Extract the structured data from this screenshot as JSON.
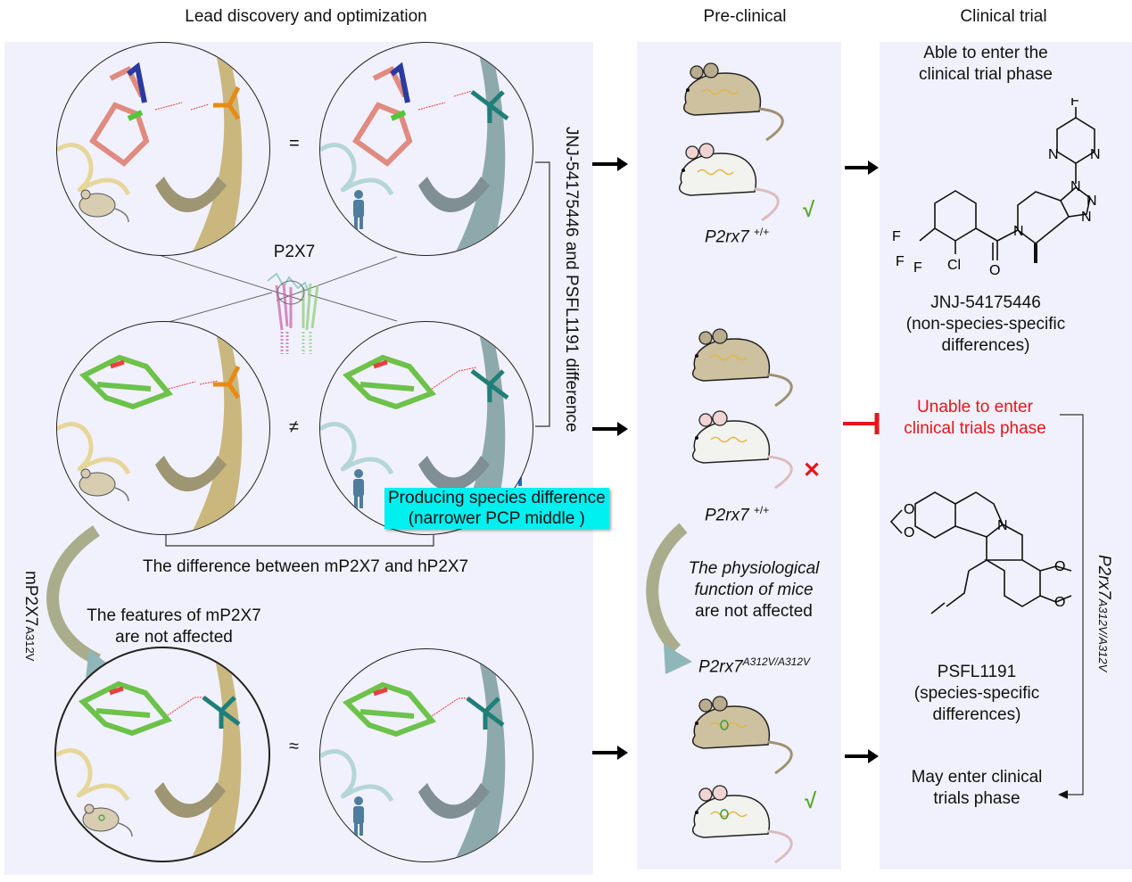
{
  "headers": {
    "lead": "Lead discovery and optimization",
    "preclinical": "Pre-clinical",
    "clinical": "Clinical trial"
  },
  "colors": {
    "panel_bg": "#f1f1fd",
    "mouse_p2x7": "#d9cc9a",
    "human_p2x7": "#9fcad0",
    "ligand_pink": "#e08a80",
    "ligand_green": "#6cc24a",
    "residue_orange": "#e98a15",
    "residue_teal": "#1f7f78",
    "highlight_cyan": "#00f0f0",
    "red_text": "#e8141a",
    "check_green": "#5aa832",
    "blue_arrow": "#1771c6"
  },
  "lead": {
    "relations": {
      "row1": "=",
      "row2": "≠",
      "row3": "≈"
    },
    "protein_label": "P2X7",
    "bracket_vertical_label": "JNJ-54175446 and PSFL1191 difference",
    "highlight_line1": "Producing species difference",
    "highlight_line2": "(narrower PCP middle  )",
    "difference_label": "The difference between mP2X7 and hP2X7",
    "mutant_label_main": "mP2X7",
    "mutant_label_sub": "A312V",
    "features_line1": "The features of mP2X7",
    "features_line2": "are not affected",
    "circles": [
      {
        "species": "mouse",
        "ligand": "JNJ-54175446",
        "residue_color": "orange"
      },
      {
        "species": "human",
        "ligand": "JNJ-54175446",
        "residue_color": "teal"
      },
      {
        "species": "mouse",
        "ligand": "PSFL1191",
        "residue_color": "orange"
      },
      {
        "species": "human",
        "ligand": "PSFL1191",
        "residue_color": "teal"
      },
      {
        "species": "mouse-A312V",
        "ligand": "PSFL1191",
        "residue_color": "teal"
      },
      {
        "species": "human",
        "ligand": "PSFL1191",
        "residue_color": "teal"
      }
    ]
  },
  "preclinical": {
    "group1_genotype_main": "P2rx7",
    "group1_genotype_sup": "+/+",
    "group1_result": "check",
    "group1_mark": "√",
    "group2_genotype_main": "P2rx7",
    "group2_genotype_sup": "+/+",
    "group2_result": "cross",
    "group2_mark": "✕",
    "physiology_line1": "The physiological",
    "physiology_line2": "function of mice",
    "physiology_line3": "are not affected",
    "group3_genotype_main": "P2rx7",
    "group3_genotype_sup": "A312V/A312V",
    "group3_result": "check",
    "group3_mark": "√"
  },
  "clinical": {
    "able_line1": "Able to enter the",
    "able_line2": "clinical trial phase",
    "jnj_name": "JNJ-54175446",
    "jnj_desc1": "(non-species-specific",
    "jnj_desc2": "differences)",
    "jnj_atoms": {
      "F_top": "F",
      "N1": "N",
      "N2": "N",
      "N_tri1": "N",
      "N_tri2": "N",
      "N_tri3": "N",
      "N_ring": "N",
      "F1": "F",
      "F2": "F",
      "F3": "F",
      "Cl": "Cl",
      "O": "O"
    },
    "unable_line1": "Unable to enter",
    "unable_line2": "clinical trials phase",
    "psfl_name": "PSFL1191",
    "psfl_desc1": "(species-specific",
    "psfl_desc2": "differences)",
    "psfl_atoms": {
      "O1": "O",
      "O2": "O",
      "N": "N",
      "OMe1": "O",
      "OMe2": "O"
    },
    "side_label_main": "P2rx7",
    "side_label_sub": "A312V/A312V",
    "may_line1": "May enter clinical",
    "may_line2": "trials phase"
  }
}
